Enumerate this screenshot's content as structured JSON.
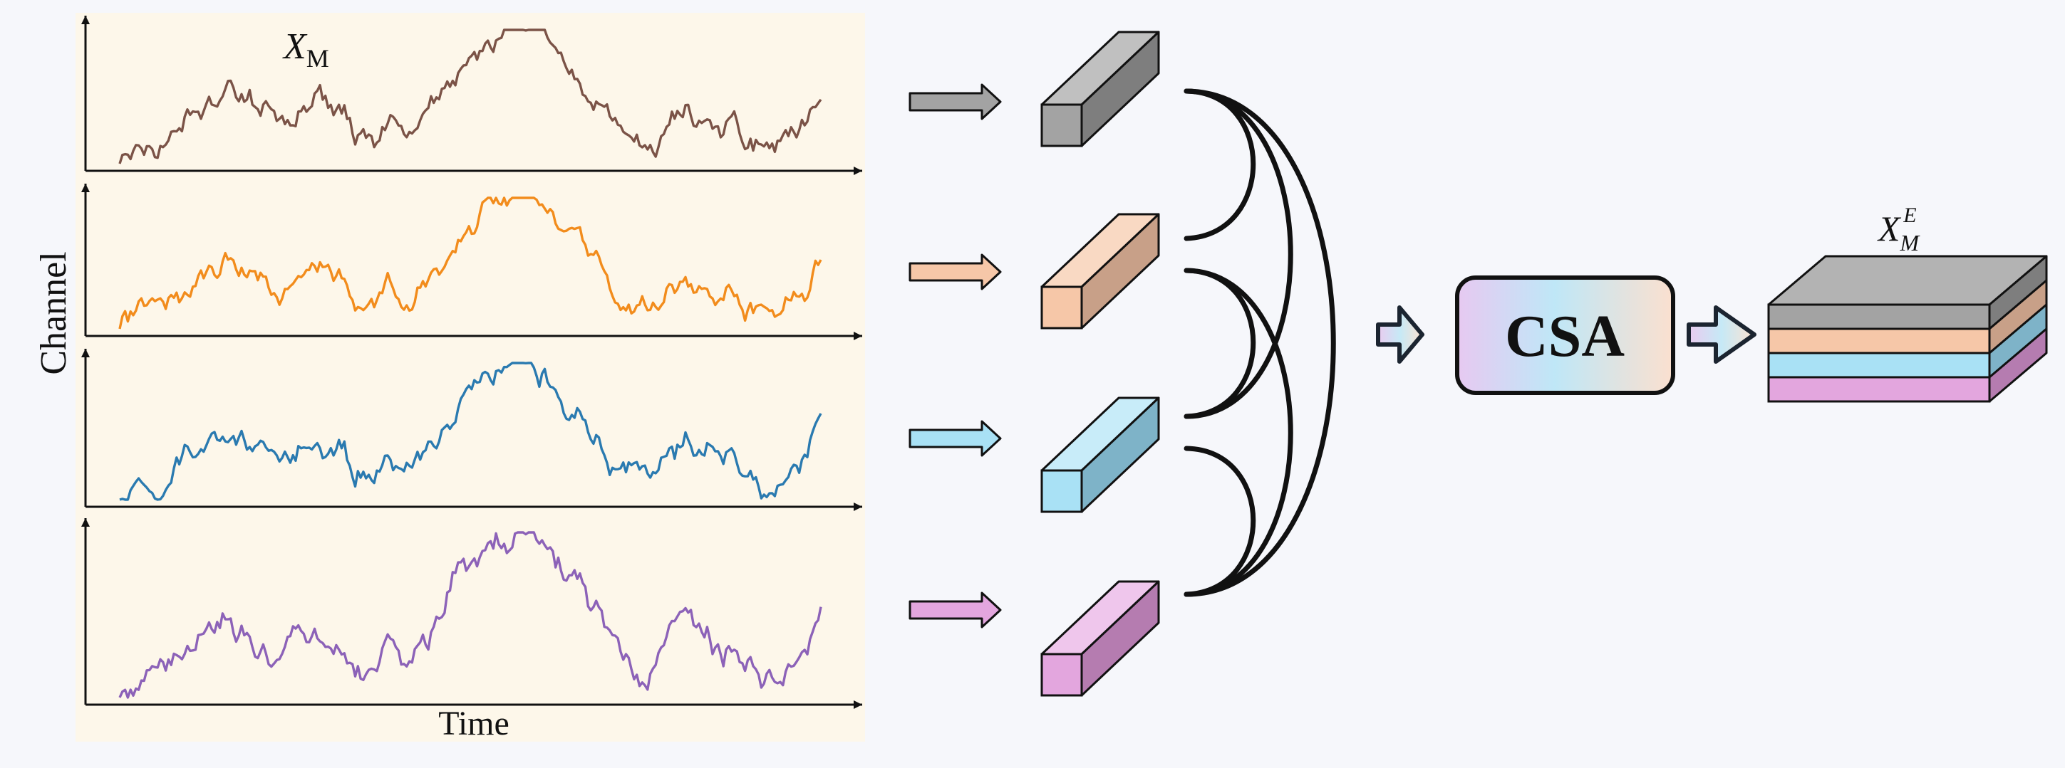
{
  "figure": {
    "axis_x_label": "Time",
    "axis_y_label": "Channel",
    "input_symbol": "X",
    "input_subscript": "M",
    "module_label": "CSA",
    "output_symbol": "X",
    "output_subscript": "M",
    "output_superscript": "E"
  },
  "channels": [
    {
      "id": "ch1",
      "line_color": "#7b5347",
      "box_front": "#a3a3a3",
      "box_top": "#c0c0c0",
      "box_side": "#7e7e7e",
      "arrow_color": "#a3a3a3"
    },
    {
      "id": "ch2",
      "line_color": "#f28c1c",
      "box_front": "#f6c7a8",
      "box_top": "#f9d9c3",
      "box_side": "#c8a088",
      "arrow_color": "#f6c7a8"
    },
    {
      "id": "ch3",
      "line_color": "#2a7ab0",
      "box_front": "#a9e1f5",
      "box_top": "#c8ecf9",
      "box_side": "#7eb3c8",
      "arrow_color": "#a9e1f5"
    },
    {
      "id": "ch4",
      "line_color": "#8c62b8",
      "box_front": "#e3a6de",
      "box_top": "#efc6ec",
      "box_side": "#b57cb0",
      "arrow_color": "#e3a6de"
    }
  ],
  "colors": {
    "panel_bg": "#fdf7ea",
    "axis": "#111111",
    "csa_gradient": [
      "#e7c9f1",
      "#bfe7f7",
      "#fbe0cf"
    ],
    "outline": "#111111"
  }
}
